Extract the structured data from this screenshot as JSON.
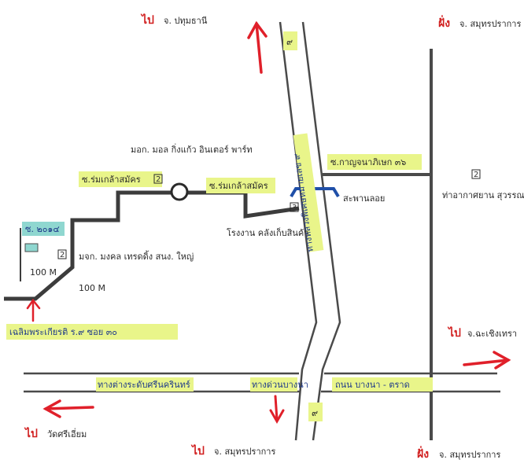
{
  "map": {
    "colors": {
      "road": "#4a4a4a",
      "route": "#3c3c3c",
      "arrow": "#e0202a",
      "highlight": "#e9f58a",
      "highlight_cyan": "#8fd7d0",
      "blue_label": "#1f3a8a",
      "bridge": "#1f4fa8"
    },
    "directions": {
      "top_left_prefix": "ไป",
      "top_left_text": "จ. ปทุมธานี",
      "top_right_prefix": "ฝั่ง",
      "top_right_text": "จ. สมุทรปราการ",
      "right_prefix": "ไป",
      "right_text": "จ.ฉะเชิงเทรา",
      "bottom_left_prefix": "ไป",
      "bottom_left_text": "วัดศรีเอี่ยม",
      "bottom_center_prefix": "ไป",
      "bottom_center_text": "จ. สมุทรปราการ",
      "bottom_right_prefix": "ฝั่ง",
      "bottom_right_text": "จ. สมุทรปราการ"
    },
    "roads": {
      "highway_vertical": "ทางหลวงพิเศษหมายเลข ๙",
      "highway_badge_top": "๙",
      "highway_badge_bottom": "๙",
      "bangna_trat": "ทางด่วนบางนา",
      "bangna_road": "ถนน บางนา - ตราด",
      "thepharak": "ทางต่างระดับศรีนครินทร์",
      "soi_kanchanaphisek": "ซ.กาญจนาภิเษก ๓๖",
      "soi_kingkaew_1": "ซ.ร่มเกล้าสมัคร",
      "soi_kingkaew_2": "ซ.ร่มเกล้าสมัคร",
      "soi_small": "ซ. ๒๐๑๔",
      "start_road": "เฉลิมพระเกียรติ ร.๙ ซอย ๓๐"
    },
    "places": {
      "mall": "มอก. มอล กิ่งแก้ว อินเตอร์ พาร์ท",
      "school": "มจก. มงคล เทรดดิ้ง สนง. ใหญ่",
      "factory": "โรงงาน คลังเก็บสินค้า",
      "bridge_label": "สะพานลอย",
      "temple_area": "ท่าอากาศยาน สุวรรณภูมิ"
    },
    "markers": {
      "marker_2": "2",
      "marker_3": "3",
      "marker_4": "2"
    },
    "distances": {
      "d1": "100 M",
      "d2": "100 M"
    }
  }
}
